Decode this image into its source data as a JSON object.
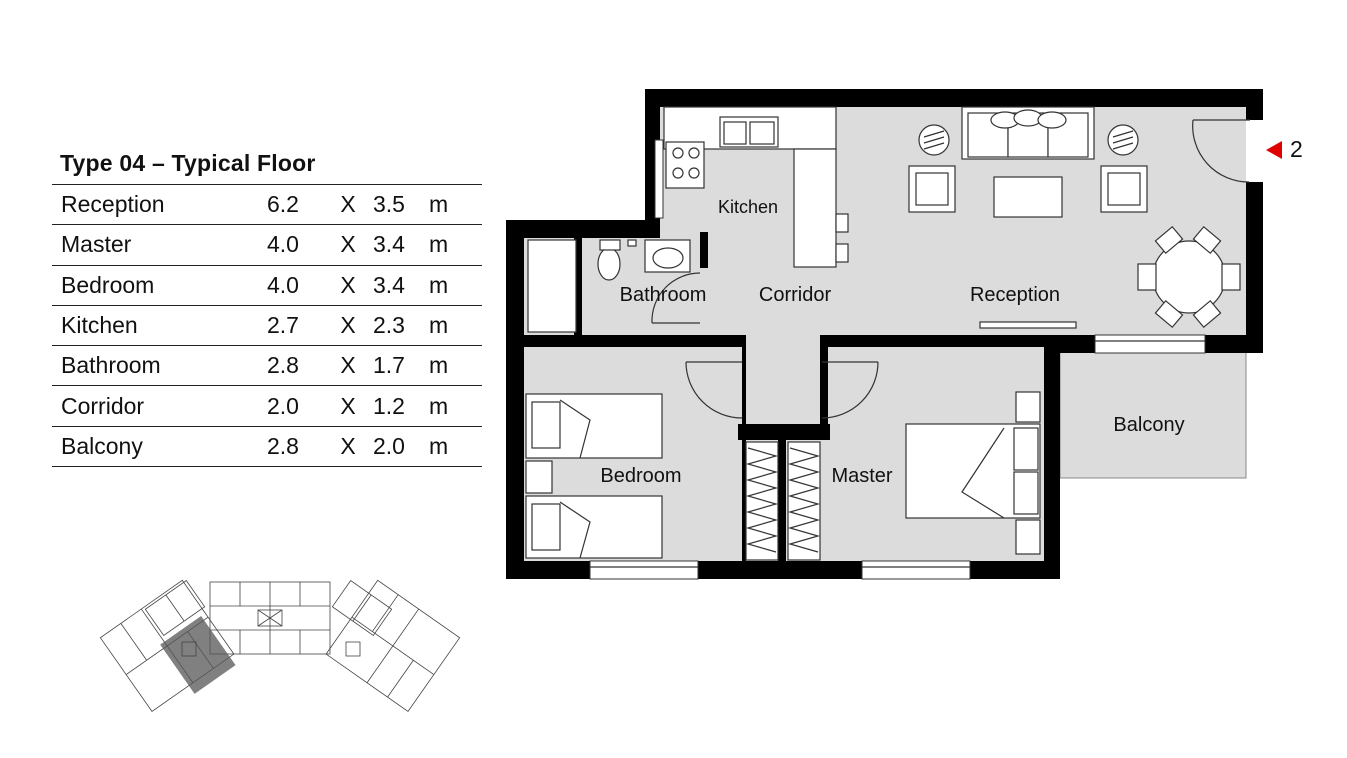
{
  "title": "Type 04 – Typical Floor",
  "rooms": [
    {
      "name": "Reception",
      "width": "6.2",
      "x": "X",
      "length": "3.5",
      "unit": "m"
    },
    {
      "name": "Master",
      "width": "4.0",
      "x": "X",
      "length": "3.4",
      "unit": "m"
    },
    {
      "name": "Bedroom",
      "width": "4.0",
      "x": "X",
      "length": "3.4",
      "unit": "m"
    },
    {
      "name": "Kitchen",
      "width": "2.7",
      "x": "X",
      "length": "2.3",
      "unit": "m"
    },
    {
      "name": "Bathroom",
      "width": "2.8",
      "x": "X",
      "length": "1.7",
      "unit": "m"
    },
    {
      "name": "Corridor",
      "width": "2.0",
      "x": "X",
      "length": "1.2",
      "unit": "m"
    },
    {
      "name": "Balcony",
      "width": "2.8",
      "x": "X",
      "length": "2.0",
      "unit": "m"
    }
  ],
  "plan_labels": {
    "kitchen": "Kitchen",
    "bathroom": "Bathroom",
    "corridor": "Corridor",
    "reception": "Reception",
    "balcony": "Balcony",
    "bedroom": "Bedroom",
    "master": "Master"
  },
  "entrance_marker": "2",
  "colors": {
    "wall": "#000000",
    "floor": "#dcdcdc",
    "marker": "#e00000",
    "key_plan_highlight": "#555555"
  }
}
